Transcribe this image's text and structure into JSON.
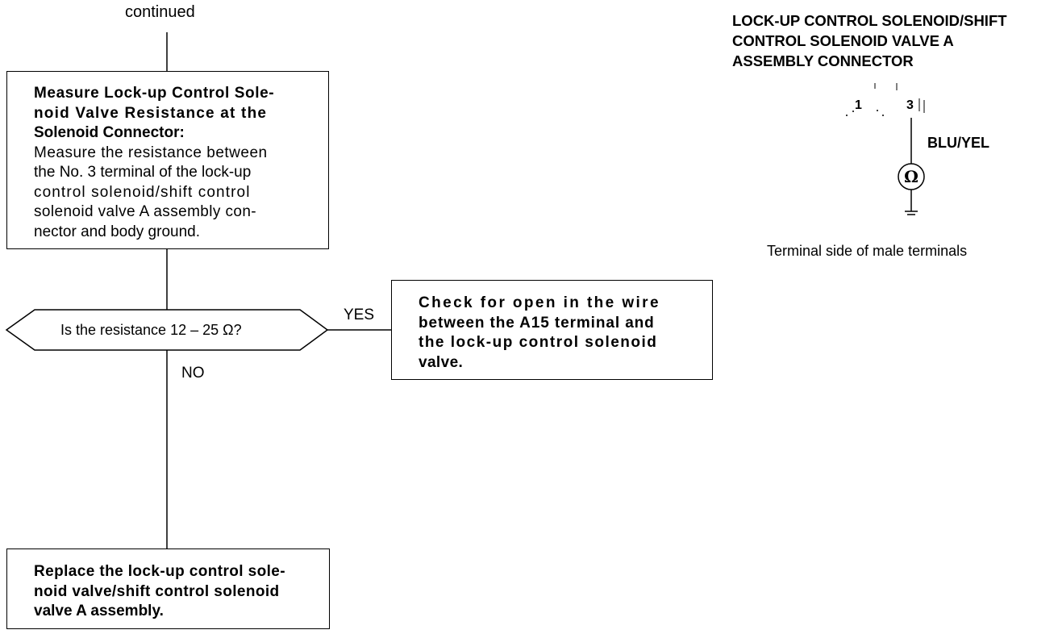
{
  "flow": {
    "continued": "continued",
    "step1": {
      "title_lines": [
        "Measure Lock-up Control Sole-",
        "noid Valve Resistance at the",
        "Solenoid Connector:"
      ],
      "body_lines": [
        "Measure the resistance between",
        "the No. 3 terminal of the lock-up",
        "control solenoid/shift control",
        "solenoid valve A assembly con-",
        "nector and body ground."
      ]
    },
    "decision": {
      "question": "Is the resistance 12 – 25 Ω?",
      "yes_label": "YES",
      "no_label": "NO"
    },
    "yes_box": {
      "lines": [
        "Check for open in the wire",
        "between the A15 terminal and",
        "the lock-up control solenoid",
        "valve."
      ]
    },
    "no_box": {
      "lines": [
        "Replace the lock-up control sole-",
        "noid valve/shift control solenoid",
        "valve A assembly."
      ]
    }
  },
  "connector": {
    "title_lines": [
      "LOCK-UP CONTROL SOLENOID/SHIFT",
      "CONTROL SOLENOID VALVE A",
      "ASSEMBLY CONNECTOR"
    ],
    "pin_1": "1",
    "pin_3": "3",
    "wire_color": "BLU/YEL",
    "meter_symbol": "Ω",
    "caption": "Terminal side of male terminals"
  }
}
